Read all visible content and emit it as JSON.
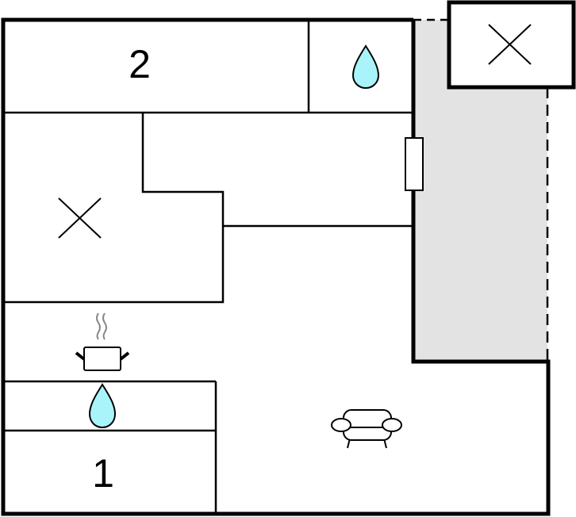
{
  "rooms": [
    {
      "label": "2",
      "type": "bedroom"
    },
    {
      "label": "1",
      "type": "bedroom"
    }
  ],
  "colors": {
    "wall": "#000000",
    "terrace": "#e3e3e3",
    "water": "#a8f4fa",
    "steam": "#888888"
  },
  "icons": [
    "water-drop-icon",
    "water-drop-icon",
    "cross-icon",
    "cross-icon",
    "cooking-pot-icon",
    "sofa-icon"
  ]
}
